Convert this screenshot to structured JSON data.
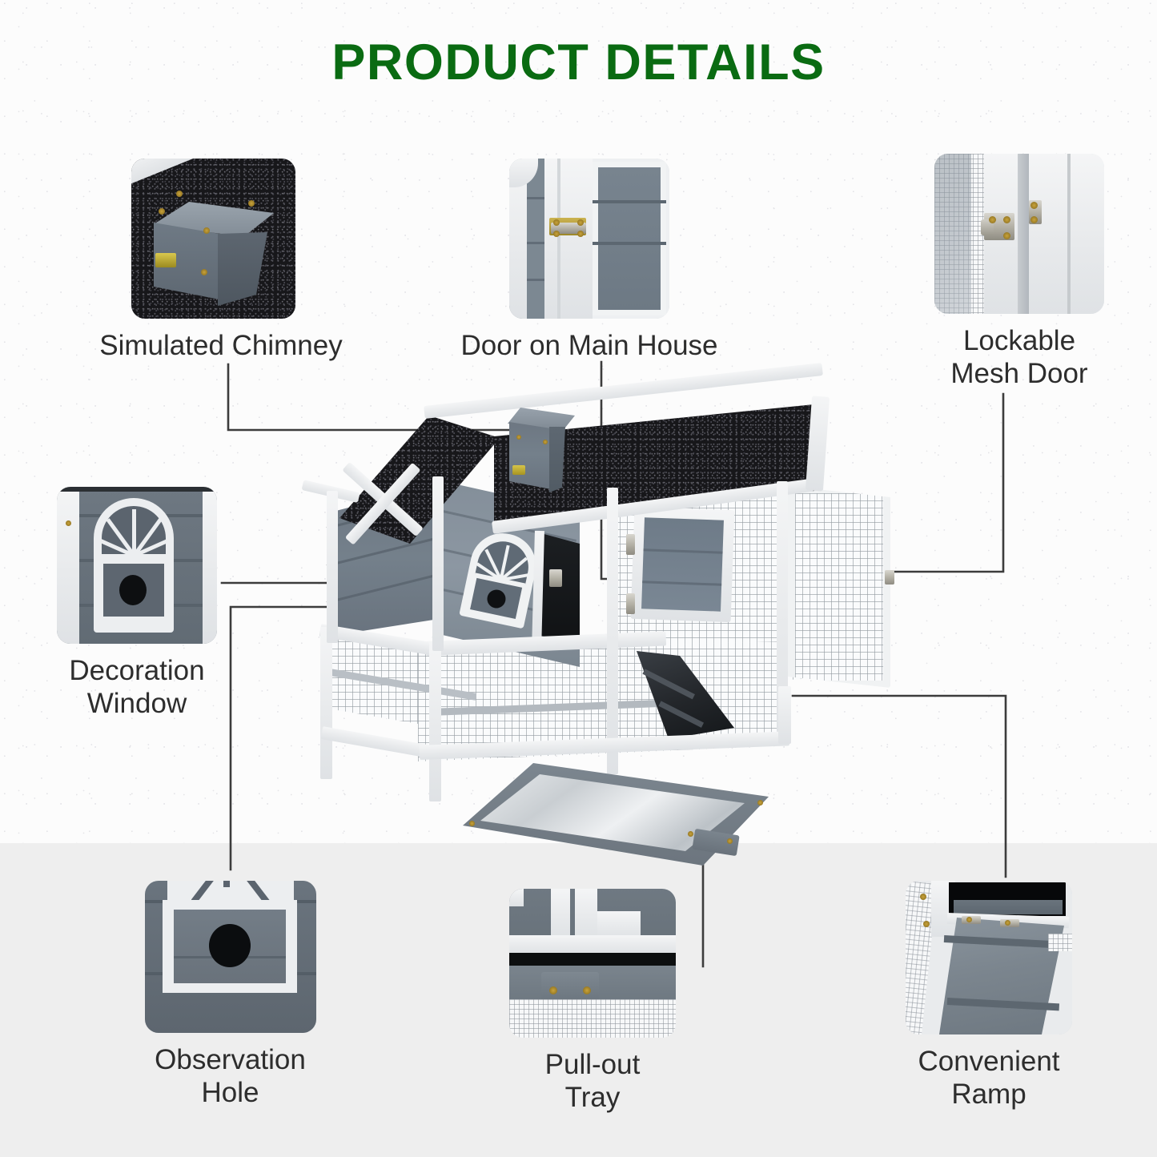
{
  "page": {
    "title": "PRODUCT DETAILS",
    "title_color": "#0a6b12",
    "background_top_color": "#fcfcfc",
    "background_bottom_color": "#eeeeee"
  },
  "callouts": [
    {
      "id": "simulated-chimney",
      "label": "Simulated Chimney",
      "position": "top-left",
      "image_description": "grey wooden chimney box with brass screws sitting on black granulated roof"
    },
    {
      "id": "door-on-main-house",
      "label": "Door on Main House",
      "position": "top-center",
      "image_description": "white framed door with blue-grey slats and metal barrel latch"
    },
    {
      "id": "lockable-mesh-door",
      "label": "Lockable\nMesh Door",
      "position": "top-right",
      "image_description": "white door frame with wire mesh panel, metal hinge and gold-screwed latch"
    },
    {
      "id": "decoration-window",
      "label": "Decoration\nWindow",
      "position": "mid-left",
      "image_description": "white arched sunburst decoration window on grey slats with round black hole"
    },
    {
      "id": "observation-hole",
      "label": "Observation\nHole",
      "position": "bottom-left",
      "image_description": "close-up of grey panel with white trim and round black observation hole"
    },
    {
      "id": "pull-out-tray",
      "label": "Pull-out\nTray",
      "position": "bottom-center",
      "image_description": "grey pull-out tray handle with two brass screws beneath white rail and dark slot"
    },
    {
      "id": "convenient-ramp",
      "label": "Convenient\nRamp",
      "position": "bottom-right",
      "image_description": "grey wooden ramp with anti-slip battens hinged at the hutch doorway"
    }
  ],
  "product": {
    "name": "two-tier wooden rabbit hutch",
    "colors": {
      "body_grey": "#74808b",
      "trim_white": "#f1f3f4",
      "roof_black": "#17171a",
      "tray_metal": "#cfd3d6"
    },
    "parts": [
      "asphalt shingle roof",
      "simulated chimney",
      "decoration window",
      "observation hole",
      "main house door",
      "lockable mesh door",
      "wire mesh run",
      "convenient ramp",
      "pull-out tray"
    ]
  },
  "connectors": [
    {
      "from": "simulated-chimney",
      "to": "chimney on roof"
    },
    {
      "from": "door-on-main-house",
      "to": "hinged door panel"
    },
    {
      "from": "lockable-mesh-door",
      "to": "mesh door hinge"
    },
    {
      "from": "decoration-window",
      "to": "arched window"
    },
    {
      "from": "observation-hole",
      "to": "round hole in window"
    },
    {
      "from": "pull-out-tray",
      "to": "tray handle"
    },
    {
      "from": "convenient-ramp",
      "to": "ramp in run"
    }
  ]
}
